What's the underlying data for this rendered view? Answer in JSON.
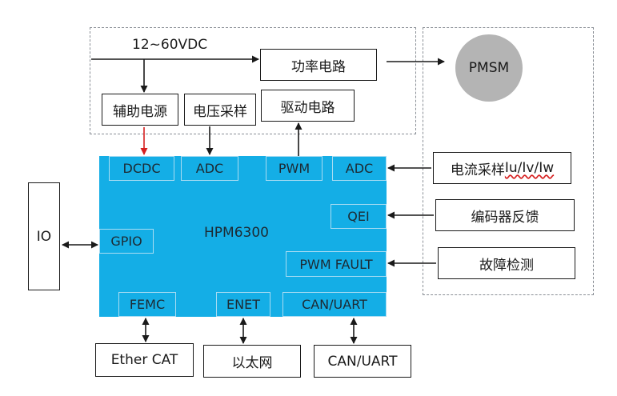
{
  "supply_label": "12~60VDC",
  "power_circuit": "功率电路",
  "aux_power": "辅助电源",
  "voltage_sampling": "电压采样",
  "drive_circuit": "驱动电路",
  "motor": "PMSM",
  "chip": {
    "name": "HPM6300",
    "ports": {
      "dcdc": "DCDC",
      "adc_left": "ADC",
      "pwm": "PWM",
      "adc_right": "ADC",
      "qei": "QEI",
      "pwm_fault": "PWM FAULT",
      "gpio": "GPIO",
      "femc": "FEMC",
      "enet": "ENET",
      "can_uart": "CAN/UART"
    }
  },
  "current_sampling": {
    "prefix": "电流采样",
    "phases": "Iu/Iv/Iw"
  },
  "encoder_feedback": "编码器反馈",
  "fault_detection": "故障检测",
  "io": "IO",
  "ethercat": "Ether CAT",
  "ethernet": "以太网",
  "can_uart_bus": "CAN/UART",
  "colors": {
    "chip": "#14aee6",
    "aux_arrow": "#d62020",
    "motor": "#b4b4b4"
  }
}
